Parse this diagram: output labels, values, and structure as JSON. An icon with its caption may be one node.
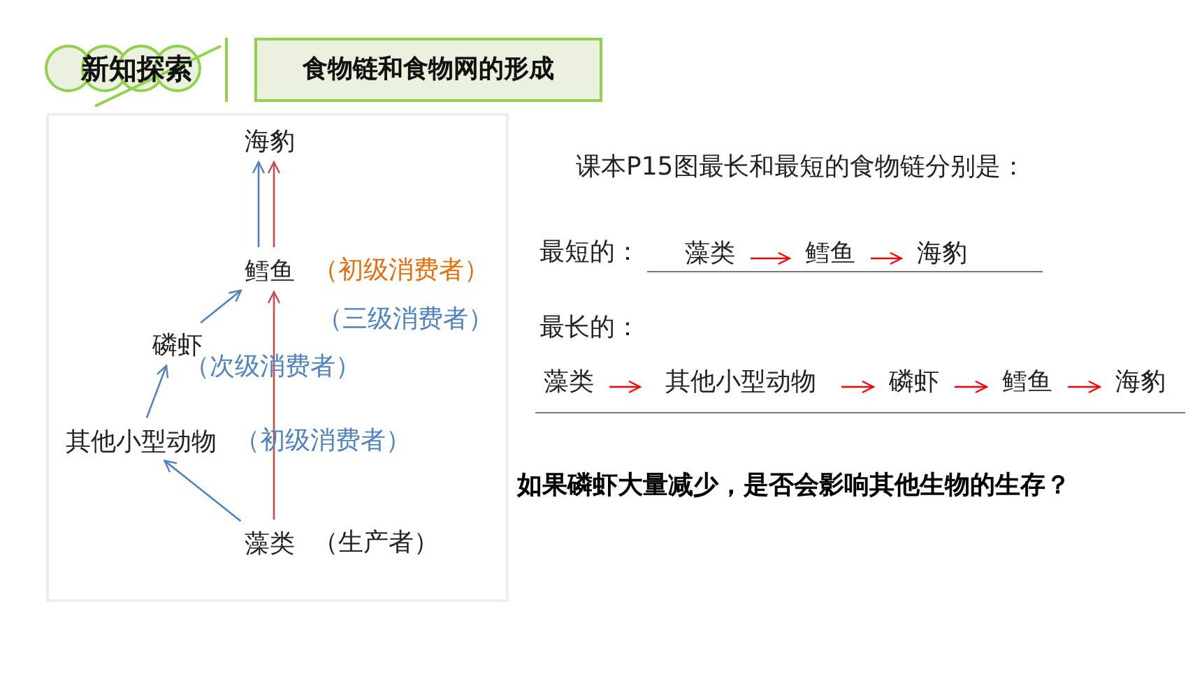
{
  "diagram": {
    "nodes": [
      {
        "text": [
          "新知探索"
        ]
      },
      {
        "text": [
          "食物链和食物网的形成"
        ]
      },
      {
        "text": [],
        "shape": "box"
      },
      {
        "text": [
          "海豹"
        ],
        "in": 2
      },
      {
        "text": [
          "鳕鱼"
        ],
        "in": 2,
        "beside": [
          "（初级消费者）",
          "（三级消费者）"
        ]
      },
      {
        "text": [
          "磷虾"
        ],
        "in": 2,
        "beside": [
          "（次级消费者）"
        ]
      },
      {
        "text": [
          "其他小型动物"
        ],
        "in": 2,
        "beside": [
          "（初级消费者）"
        ]
      },
      {
        "text": [
          "藻类"
        ],
        "in": 2,
        "beside": [
          "（生产者）"
        ]
      },
      {
        "text": [
          "藻类"
        ]
      },
      {
        "text": [
          "鳕鱼"
        ]
      },
      {
        "text": [
          "海豹"
        ]
      },
      {
        "text": [
          "藻类"
        ]
      },
      {
        "text": [
          "其他小型动物"
        ]
      },
      {
        "text": [
          "磷虾"
        ]
      },
      {
        "text": [
          "鳕鱼"
        ]
      },
      {
        "text": [
          "海豹"
        ]
      }
    ],
    "edges": [
      {
        "from": 4,
        "to": 3,
        "arrow": "to",
        "color": "#4f81bd"
      },
      {
        "from": 4,
        "to": 3,
        "arrow": "to",
        "color": "#c0504d"
      },
      {
        "from": 5,
        "to": 4,
        "arrow": "to",
        "color": "#4f81bd"
      },
      {
        "from": 6,
        "to": 5,
        "arrow": "to",
        "color": "#4f81bd"
      },
      {
        "from": 7,
        "to": 6,
        "arrow": "to",
        "color": "#4f81bd"
      },
      {
        "from": 7,
        "to": 4,
        "arrow": "to",
        "color": "#c0504d"
      },
      {
        "from": 8,
        "to": 9,
        "arrow": "to",
        "color": "#ff0000"
      },
      {
        "from": 9,
        "to": 10,
        "arrow": "to",
        "color": "#ff0000"
      },
      {
        "from": 11,
        "to": 12,
        "arrow": "to",
        "color": "#ff0000"
      },
      {
        "from": 12,
        "to": 13,
        "arrow": "to",
        "color": "#ff0000"
      },
      {
        "from": 13,
        "to": 14,
        "arrow": "to",
        "color": "#ff0000"
      },
      {
        "from": 14,
        "to": 15,
        "arrow": "to",
        "color": "#ff0000"
      }
    ],
    "labels": [
      "课本P15图最长和最短的食物链分别是：",
      "最短的：",
      "最长的：",
      "如果磷虾大量减少，是否会影响其他生物的生存？"
    ]
  }
}
